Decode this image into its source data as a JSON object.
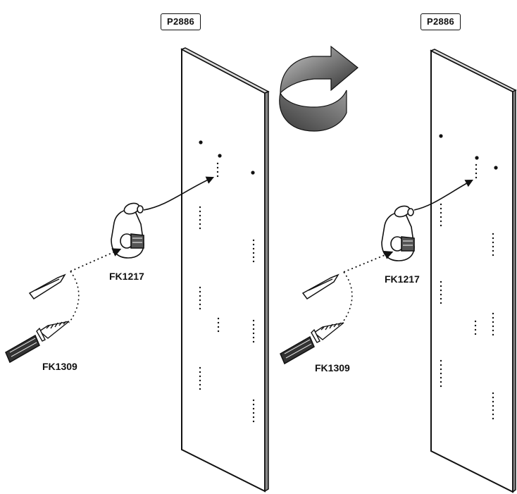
{
  "panel_left": {
    "part_code": "P2886"
  },
  "panel_right": {
    "part_code": "P2886"
  },
  "clip_left": {
    "part_code": "FK1217"
  },
  "clip_right": {
    "part_code": "FK1217"
  },
  "screw_left": {
    "part_code": "FK1309"
  },
  "screw_right": {
    "part_code": "FK1309"
  },
  "icons": {
    "flip": "curved-arrow-flip-icon",
    "screwdriver": "screwdriver-icon",
    "screw": "screw-icon",
    "clip": "hinge-clip-icon"
  },
  "colors": {
    "line": "#111111",
    "background": "#ffffff"
  }
}
